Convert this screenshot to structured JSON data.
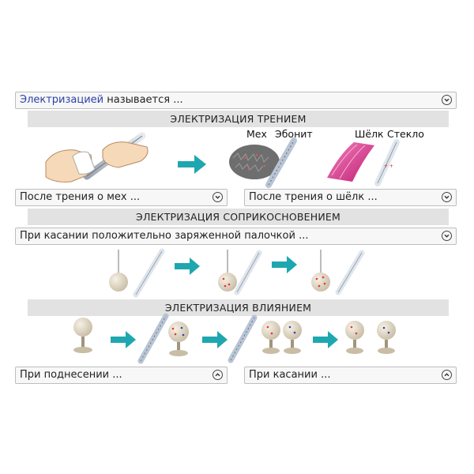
{
  "top_dropdown": {
    "highlight": "Электризацией",
    "rest": " называется ..."
  },
  "sections": {
    "friction": "ЭЛЕКТРИЗАЦИЯ ТРЕНИЕМ",
    "contact": "ЭЛЕКТРИЗАЦИЯ СОПРИКОСНОВЕНИЕМ",
    "influence": "ЭЛЕКТРИЗАЦИЯ ВЛИЯНИЕМ"
  },
  "materials": {
    "fur": "Мех",
    "ebonite": "Эбонит",
    "silk": "Шёлк",
    "glass": "Стекло"
  },
  "dropdowns": {
    "after_fur": "После трения о мех ...",
    "after_silk": "После трения о шёлк ...",
    "on_touch_positive": "При касании положительно заряженной палочкой ...",
    "on_approach": "При поднесении ...",
    "on_touch": "При касании ..."
  },
  "icons": {
    "collapsed": "chevron-down-icon",
    "expanded": "chevron-up-icon"
  },
  "colors": {
    "highlight": "#2b3fa8",
    "arrow": "#1fa7b0",
    "band": "#e2e2e2",
    "silk": "#d9318c"
  }
}
